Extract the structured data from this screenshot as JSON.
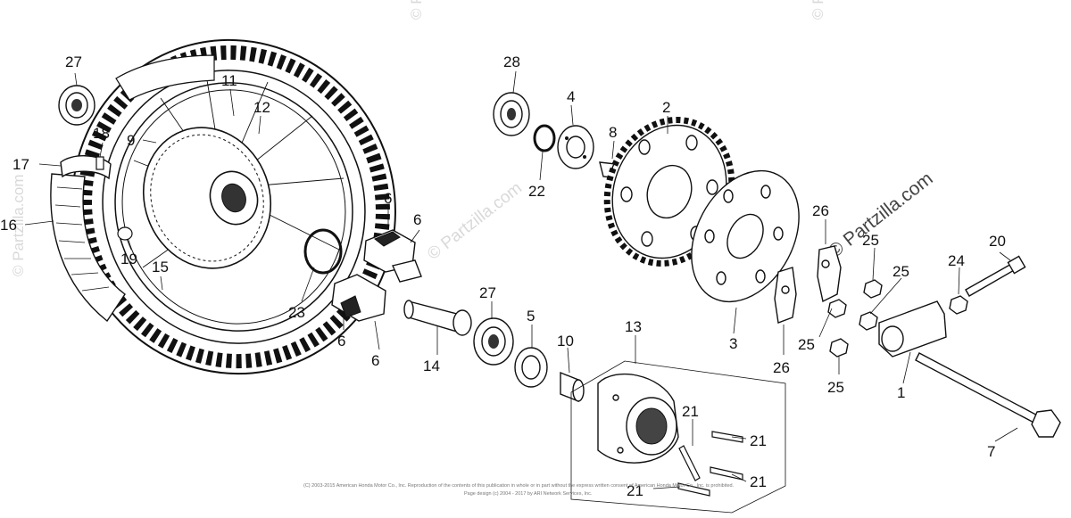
{
  "watermarks": {
    "vertical": "© Partzilla.com",
    "diagonal": "© Partzilla.com"
  },
  "footer": {
    "line1": "(C) 2003-2015 American Honda Motor Co., Inc. Reproduction of the contents of this publication in whole or in part without the express written consent of American Honda Motor Co., Inc. is prohibited.",
    "line2": "Page design (c) 2004 - 2017 by ARI Network Services, Inc."
  },
  "callouts": [
    {
      "id": "c27a",
      "label": "27"
    },
    {
      "id": "c11",
      "label": "11"
    },
    {
      "id": "c12",
      "label": "12"
    },
    {
      "id": "c9",
      "label": "9"
    },
    {
      "id": "c18",
      "label": "18"
    },
    {
      "id": "c17",
      "label": "17"
    },
    {
      "id": "c16",
      "label": "16"
    },
    {
      "id": "c19",
      "label": "19"
    },
    {
      "id": "c15",
      "label": "15"
    },
    {
      "id": "c23",
      "label": "23"
    },
    {
      "id": "c6a",
      "label": "6"
    },
    {
      "id": "c6b",
      "label": "6"
    },
    {
      "id": "c6c",
      "label": "6"
    },
    {
      "id": "c6d",
      "label": "6"
    },
    {
      "id": "c14",
      "label": "14"
    },
    {
      "id": "c27b",
      "label": "27"
    },
    {
      "id": "c5",
      "label": "5"
    },
    {
      "id": "c10",
      "label": "10"
    },
    {
      "id": "c28",
      "label": "28"
    },
    {
      "id": "c4",
      "label": "4"
    },
    {
      "id": "c22",
      "label": "22"
    },
    {
      "id": "c8",
      "label": "8"
    },
    {
      "id": "c2",
      "label": "2"
    },
    {
      "id": "c13",
      "label": "13"
    },
    {
      "id": "c3",
      "label": "3"
    },
    {
      "id": "c26a",
      "label": "26"
    },
    {
      "id": "c26b",
      "label": "26"
    },
    {
      "id": "c25a",
      "label": "25"
    },
    {
      "id": "c25b",
      "label": "25"
    },
    {
      "id": "c25c",
      "label": "25"
    },
    {
      "id": "c25d",
      "label": "25"
    },
    {
      "id": "c24",
      "label": "24"
    },
    {
      "id": "c20",
      "label": "20"
    },
    {
      "id": "c1",
      "label": "1"
    },
    {
      "id": "c7",
      "label": "7"
    },
    {
      "id": "c21a",
      "label": "21"
    },
    {
      "id": "c21b",
      "label": "21"
    },
    {
      "id": "c21c",
      "label": "21"
    },
    {
      "id": "c21d",
      "label": "21"
    }
  ]
}
